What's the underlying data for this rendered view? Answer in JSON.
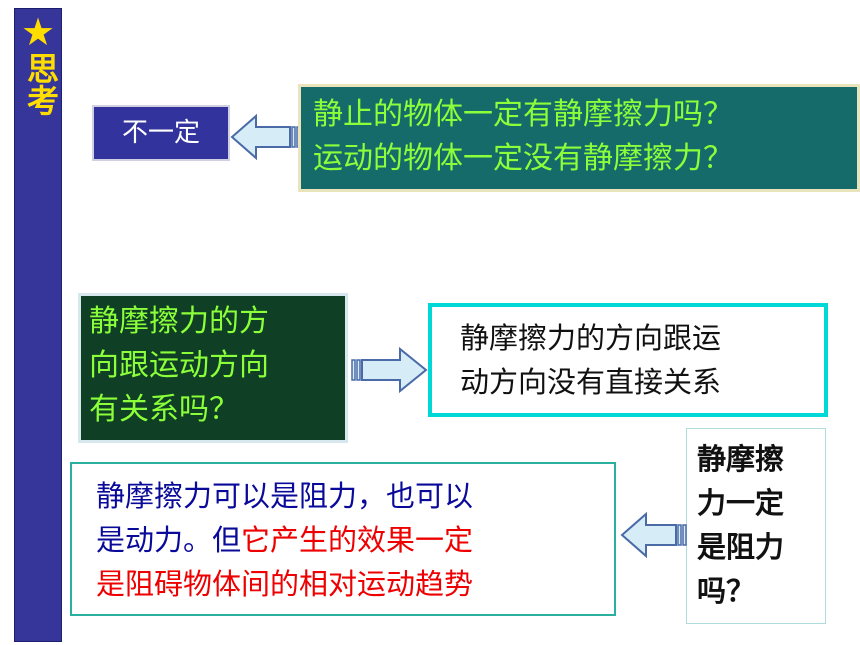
{
  "sidebar": {
    "star": "★",
    "title": "思考"
  },
  "slide": {
    "q1": "静止的物体一定有静摩擦力吗？\n运动的物体一定没有静摩擦力？",
    "answer1": "不一定",
    "q2": "静摩擦力的方\n向跟运动方向\n有关系吗？",
    "answer2": "静摩擦力的方向跟运\n动方向没有直接关系",
    "q3": "静摩擦\n力一定\n是阻力\n吗？",
    "answer3_blue": "静摩擦力可以是阻力，也可以\n是动力。但",
    "answer3_red": "它产生的效果一定\n是阻碍物体间的相对运动趋势"
  },
  "colors": {
    "sidebar": "#36369a",
    "sidebar_text": "#ffdd00",
    "teal_box": "#156a6a",
    "dark_green_box": "#0f3f24",
    "green_text": "#8aff3a",
    "cyan_border": "#00d8d8",
    "red_text": "#ee0000",
    "blue_text": "#0a0a9a",
    "arrow_fill": "#d6ecf6",
    "arrow_stroke": "#4a6aa8"
  }
}
